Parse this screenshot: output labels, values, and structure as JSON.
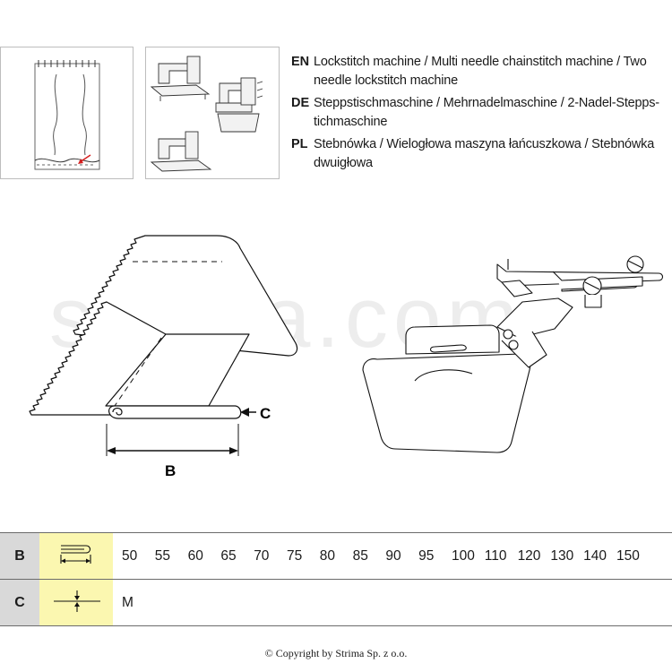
{
  "languages": [
    {
      "code": "EN",
      "text": "Lockstitch machine / Multi needle chainstitch machine / Two needle lockstitch machine"
    },
    {
      "code": "DE",
      "text": "Steppstischmaschine / Mehrnadelmaschine / 2-Nadel-Stepps-tichmaschine"
    },
    {
      "code": "PL",
      "text": "Stebnówka / Wielogłowa maszyna łańcuszkowa / Stebnówka dwuigłowa"
    }
  ],
  "diagram": {
    "label_b": "B",
    "label_c": "C"
  },
  "watermark": "strima.com",
  "table": {
    "rows": [
      {
        "label": "B",
        "icon": "width-b-icon",
        "values": [
          "50",
          "55",
          "60",
          "65",
          "70",
          "75",
          "80",
          "85",
          "90",
          "95",
          "100",
          "110",
          "120",
          "130",
          "140",
          "150"
        ]
      },
      {
        "label": "C",
        "icon": "thickness-c-icon",
        "values": [
          "M"
        ]
      }
    ]
  },
  "footer": "© Copyright by Strima Sp. z o.o."
}
